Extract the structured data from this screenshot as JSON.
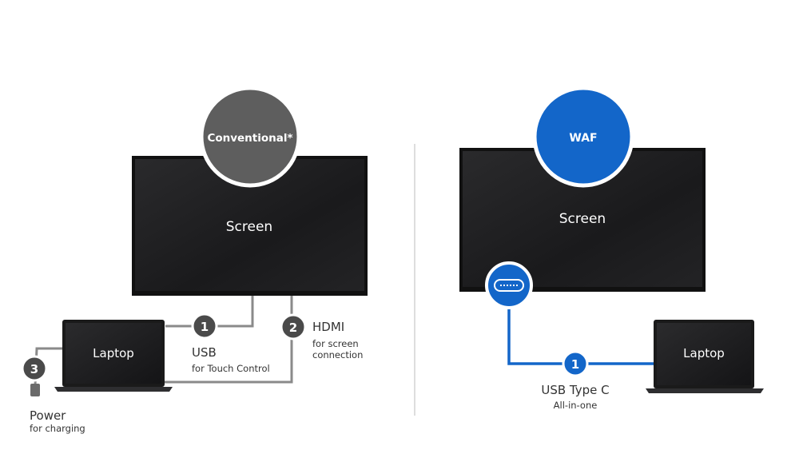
{
  "conventional": {
    "badge": "Conventional*",
    "screen": "Screen",
    "laptop": "Laptop",
    "steps": [
      {
        "num": "1",
        "title": "USB",
        "sub1": "for Touch Control",
        "sub2": ""
      },
      {
        "num": "2",
        "title": "HDMI",
        "sub1": "for screen",
        "sub2": "connection"
      },
      {
        "num": "3",
        "title": "Power",
        "sub1": "for charging",
        "sub2": ""
      }
    ]
  },
  "waf": {
    "badge": "WAF",
    "screen": "Screen",
    "laptop": "Laptop",
    "steps": [
      {
        "num": "1",
        "title": "USB Type C",
        "sub1": "All-in-one"
      }
    ]
  },
  "colors": {
    "badge_gray": "#5e5e5e",
    "badge_blue": "#1366c9",
    "cable_gray": "#8a8a8a",
    "cable_blue": "#1366c9",
    "step_gray": "#4a4a4a",
    "screen": "#1c1c1e"
  }
}
